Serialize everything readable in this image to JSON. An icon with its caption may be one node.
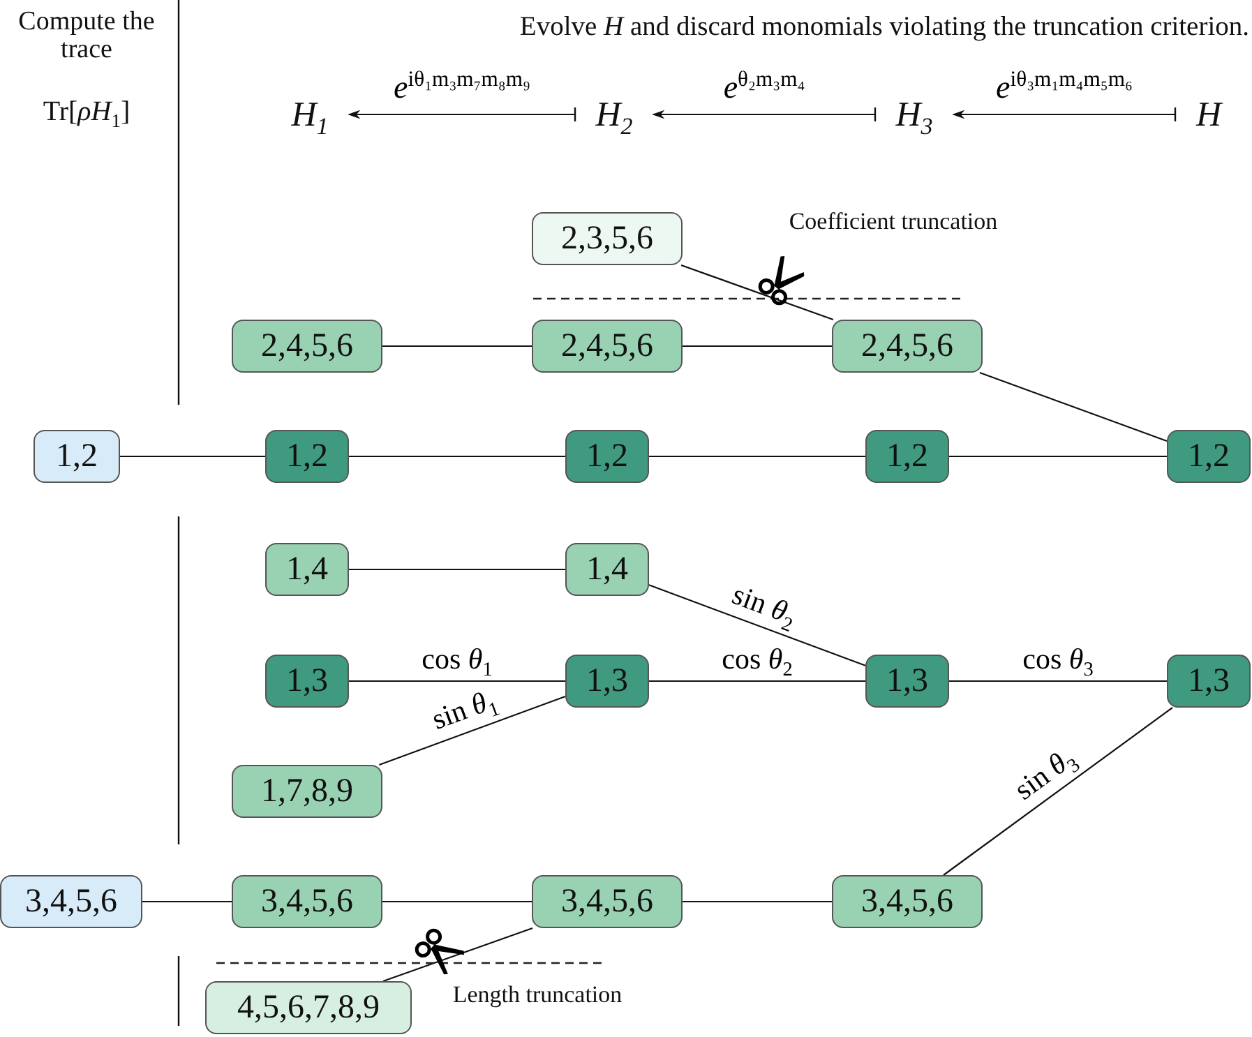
{
  "diagram": {
    "title": "Evolve *H* and discard monomials violating the truncation criterion.",
    "nodes": [
      {
        "text": [
          "*H*$_{1}$"
        ]
      },
      {
        "text": [
          "*H*$_{2}$"
        ]
      },
      {
        "text": [
          "*H*$_{3}$"
        ]
      },
      {
        "text": [
          "*H*"
        ]
      },
      {
        "text": [
          "2,3,5,6"
        ]
      },
      {
        "text": [
          "2,4,5,6"
        ]
      },
      {
        "text": [
          "2,4,5,6"
        ]
      },
      {
        "text": [
          "2,4,5,6"
        ]
      },
      {
        "text": [
          "1,2"
        ]
      },
      {
        "text": [
          "1,2"
        ]
      },
      {
        "text": [
          "1,2"
        ]
      },
      {
        "text": [
          "1,2"
        ]
      },
      {
        "text": [
          "1,2"
        ]
      },
      {
        "text": [
          "1,4"
        ]
      },
      {
        "text": [
          "1,4"
        ]
      },
      {
        "text": [
          "1,3"
        ]
      },
      {
        "text": [
          "1,3"
        ]
      },
      {
        "text": [
          "1,3"
        ]
      },
      {
        "text": [
          "1,3"
        ]
      },
      {
        "text": [
          "1,7,8,9"
        ]
      },
      {
        "text": [
          "3,4,5,6"
        ]
      },
      {
        "text": [
          "3,4,5,6"
        ]
      },
      {
        "text": [
          "3,4,5,6"
        ]
      },
      {
        "text": [
          "3,4,5,6"
        ]
      },
      {
        "text": [
          "4,5,6,7,8,9"
        ]
      }
    ],
    "edges": [
      {
        "from": 3,
        "to": 2,
        "arrow": "to",
        "label": "*e*$^{iθ₃m₁m₄m₅m₆}$"
      },
      {
        "from": 2,
        "to": 1,
        "arrow": "to",
        "label": "*e*$^{θ₂m₃m₄}$"
      },
      {
        "from": 1,
        "to": 0,
        "arrow": "to",
        "label": "*e*$^{iθ₁m₃m₇m₈m₉}$"
      },
      {
        "from": 5,
        "to": 6,
        "arrow": "none"
      },
      {
        "from": 6,
        "to": 7,
        "arrow": "none"
      },
      {
        "from": 4,
        "to": 7,
        "arrow": "none"
      },
      {
        "from": 7,
        "to": 12,
        "arrow": "none"
      },
      {
        "from": 8,
        "to": 9,
        "arrow": "none"
      },
      {
        "from": 9,
        "to": 10,
        "arrow": "none"
      },
      {
        "from": 10,
        "to": 11,
        "arrow": "none"
      },
      {
        "from": 11,
        "to": 12,
        "arrow": "none"
      },
      {
        "from": 13,
        "to": 14,
        "arrow": "none"
      },
      {
        "from": 14,
        "to": 17,
        "arrow": "none",
        "label": "sin *θ*$_{2}$"
      },
      {
        "from": 15,
        "to": 16,
        "arrow": "none",
        "label": "cos *θ*$_{1}$"
      },
      {
        "from": 19,
        "to": 16,
        "arrow": "none",
        "label": "sin *θ*$_{1}$"
      },
      {
        "from": 16,
        "to": 17,
        "arrow": "none",
        "label": "cos *θ*$_{2}$"
      },
      {
        "from": 17,
        "to": 18,
        "arrow": "none",
        "label": "cos *θ*$_{3}$"
      },
      {
        "from": 23,
        "to": 18,
        "arrow": "none",
        "label": "sin *θ*$_{3}$"
      },
      {
        "from": 20,
        "to": 21,
        "arrow": "none"
      },
      {
        "from": 21,
        "to": 22,
        "arrow": "none"
      },
      {
        "from": 24,
        "to": 22,
        "arrow": "none"
      },
      {
        "from": 22,
        "to": 23,
        "arrow": "none"
      }
    ],
    "labels": [
      "Compute the trace",
      "Tr[*ρH*$_{1}$]",
      "Coefficient truncation",
      "Length truncation"
    ]
  }
}
